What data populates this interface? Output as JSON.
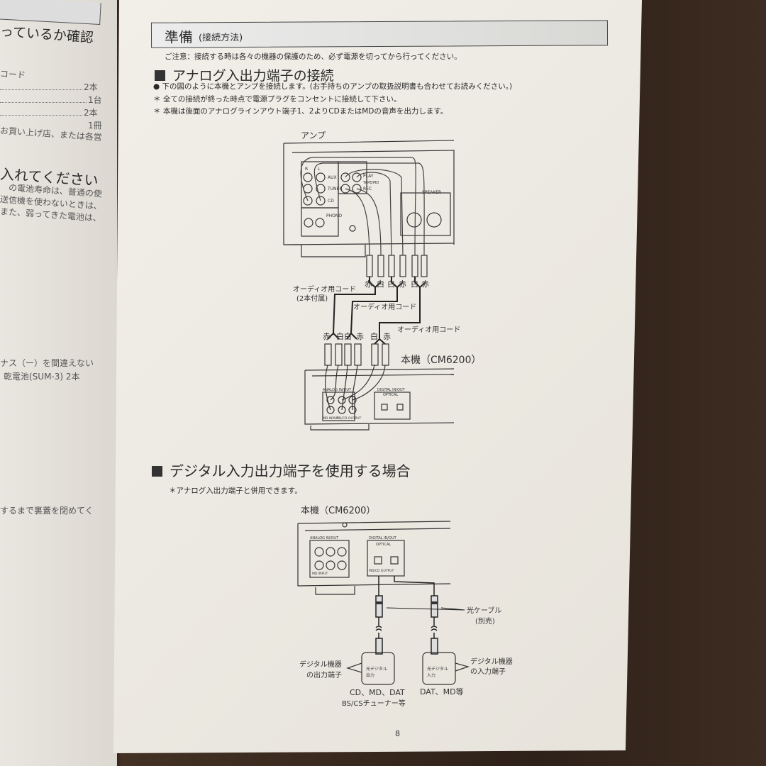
{
  "left_page": {
    "heading1": "っているか確認",
    "item_cord": "コード",
    "qty1": "2本",
    "qty2": "1台",
    "qty3": "2本",
    "qty4": "1冊",
    "contact": "お買い上げ店、または各営",
    "heading2": "入れてください",
    "line1": "の電池寿命は、普通の使",
    "line2": "送信機を使わないときは、",
    "line3": "また、弱ってきた電池は、",
    "line4": "ナス（ー）を間違えない",
    "line5": "乾電池(SUM-3) 2本",
    "line6": "するまで裏蓋を閉めてく"
  },
  "header": {
    "title": "準備",
    "subtitle": "(接続方法)"
  },
  "caution": "ご注意：接続する時は各々の機器の保護のため、必ず電源を切ってから行ってください。",
  "analog": {
    "heading": "アナログ入出力端子の接続",
    "bullets": [
      "● 下の図のように本機とアンプを接続します。(お手持ちのアンプの取扱説明書も合わせてお読みください。)",
      "＊ 全ての接続が終った時点で電源プラグをコンセントに接続して下さい。",
      "＊ 本機は後面のアナログラインアウト端子1、2よりCDまたはMDの音声を出力します。"
    ],
    "amp_label": "アンプ",
    "amp_panel": {
      "r": "R",
      "l": "L",
      "aux": "AUX",
      "tuner": "TUNER",
      "cd": "CD",
      "phono": "PHONO",
      "play": "PLAY",
      "tape": "TAPE/MD",
      "rec": "REC",
      "speaker": "SPEAKER"
    },
    "top_colors": [
      "赤",
      "白",
      "白",
      "赤",
      "白",
      "赤"
    ],
    "cord1": "オーディオ用コード",
    "cord1_note": "(2本付属)",
    "cord2": "オーディオ用コード",
    "cord3": "オーディオ用コード",
    "bottom_colors": [
      "赤",
      "白",
      "白",
      "赤",
      "白",
      "赤"
    ],
    "unit_label": "本機（CM6200）",
    "unit_panel": {
      "analog": "ANALOG IN/OUT",
      "digital": "DIGITAL IN/OUT",
      "optical": "OPTICAL",
      "md_input": "MD INPUT",
      "mdcd_output": "MD/CD OUTPUT"
    }
  },
  "digital": {
    "heading": "デジタル入力出力端子を使用する場合",
    "note": "＊アナログ入出力端子と併用できます。",
    "unit_label": "本機（CM6200）",
    "unit_panel": {
      "analog": "ANALOG IN/OUT",
      "digital": "DIGITAL IN/OUT",
      "optical": "OPTICAL",
      "md_input": "MD INPUT",
      "mdcd_output": "MD/CD OUTPUT"
    },
    "cable": "光ケーブル",
    "cable_note": "(別売)",
    "out_device": "デジタル機器",
    "out_device2": "の出力端子",
    "out_box1": "光デジタル",
    "out_box2": "出力",
    "in_device": "デジタル機器",
    "in_device2": "の入力端子",
    "in_box1": "光デジタル",
    "in_box2": "入力",
    "out_examples1": "CD、MD、DAT",
    "out_examples2": "BS/CSチューナー等",
    "in_examples": "DAT、MD等"
  },
  "page_number": "8"
}
